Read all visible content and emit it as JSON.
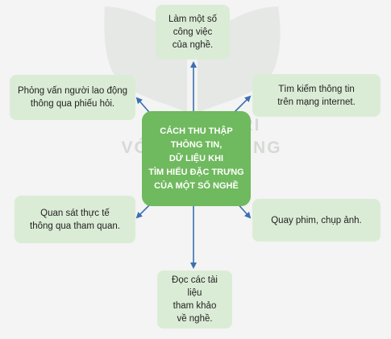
{
  "center": {
    "label": "CÁCH THU THẬP\nTHÔNG TIN,\nDỮ LIỆU KHI\nTÌM HIỂU ĐẶC TRƯNG\nCỦA MỘT SỐ NGHỀ"
  },
  "nodes": {
    "top": "Làm một số\ncông việc\ncủa nghề.",
    "top_left": "Phỏng vấn người lao động\nthông qua phiếu hỏi.",
    "top_right": "Tìm kiếm thông tin\ntrên mạng internet.",
    "mid_left": "Quan sát thực tế\nthông qua tham quan.",
    "mid_right": "Quay phim, chụp ảnh.",
    "bottom": "Đọc các tài liệu\ntham khảo\nvề nghề."
  },
  "watermark": {
    "line1": "KẾT NỐI TRI THỨC",
    "line2": "VỚI CUỘC SỐNG"
  },
  "colors": {
    "center_fill": "#6fb95e",
    "node_fill": "#dbecd6",
    "arrow": "#3b6fb0",
    "background": "#f3f4f3",
    "watermark": "#d6d9d6"
  }
}
